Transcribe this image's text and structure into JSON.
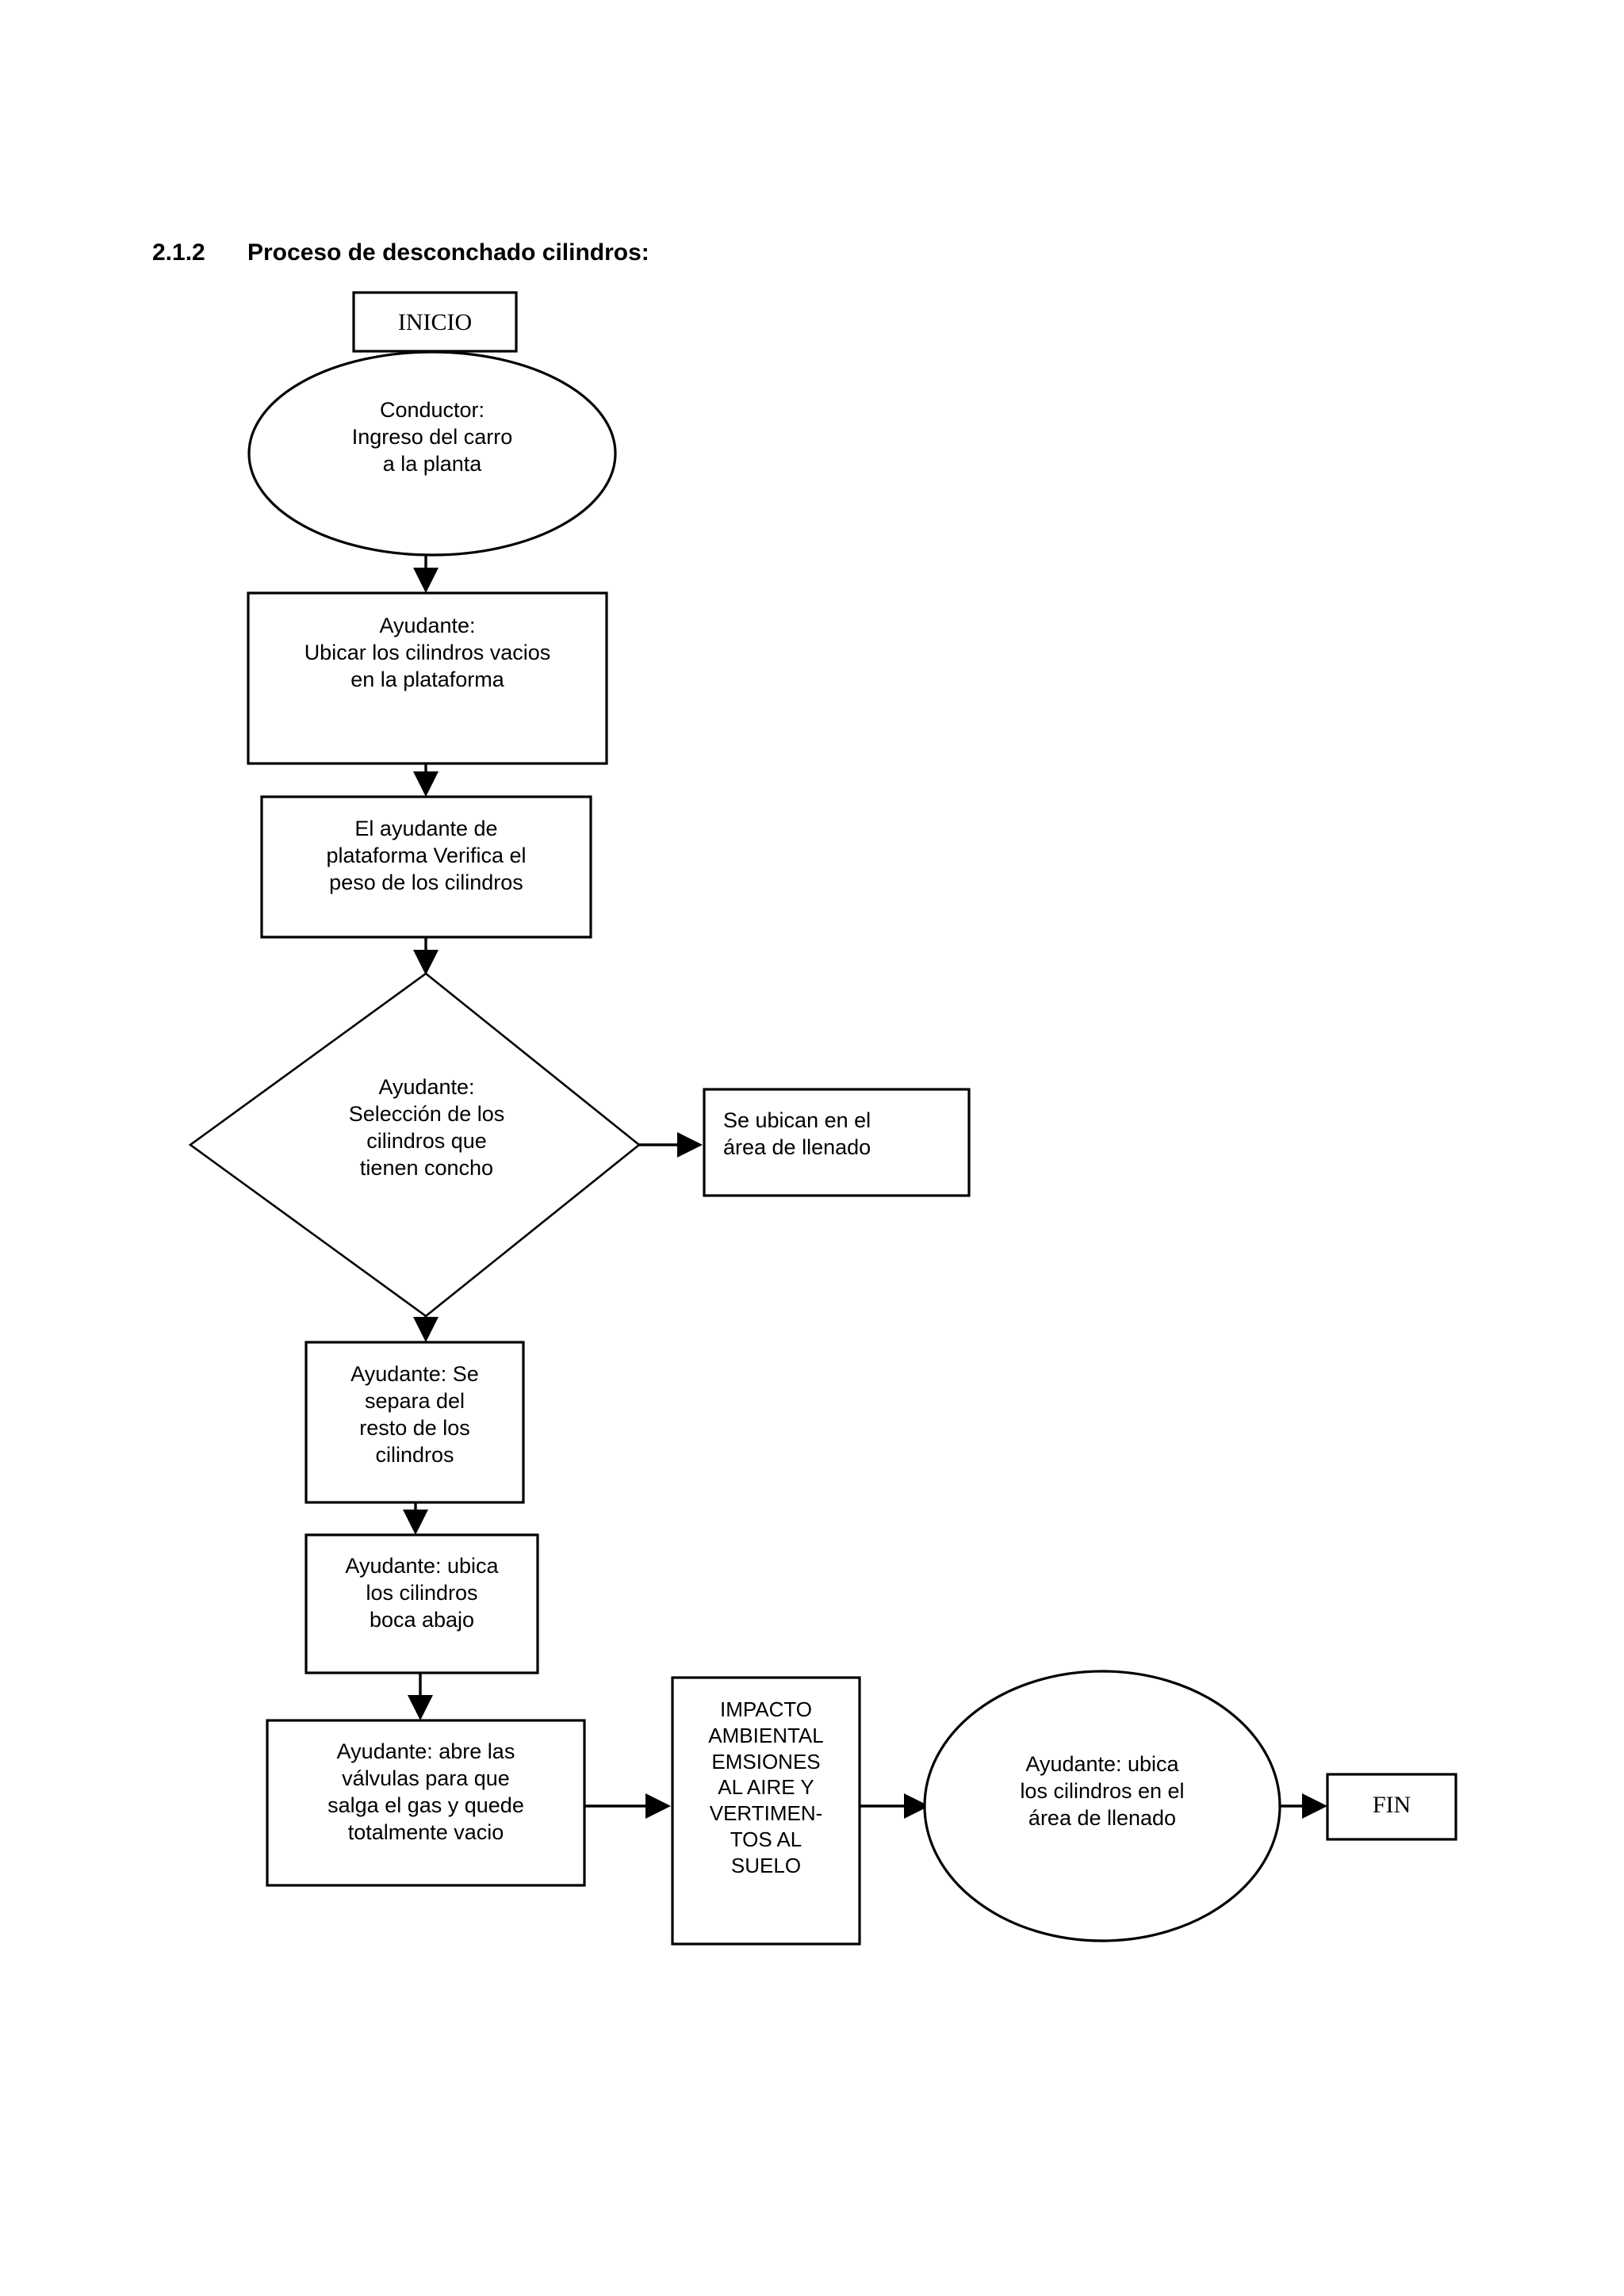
{
  "document": {
    "section_number": "2.1.2",
    "section_title": "Proceso de desconchado cilindros:"
  },
  "flowchart": {
    "type": "process-flowchart",
    "language": "es",
    "nodes": [
      {
        "id": "start",
        "shape": "rectangle",
        "label": "INICIO"
      },
      {
        "id": "conductor",
        "shape": "ellipse",
        "label": "Conductor:\nIngreso del carro\na la planta"
      },
      {
        "id": "ubicar",
        "shape": "rectangle",
        "label": "Ayudante:\nUbicar los cilindros vacios\nen la plataforma"
      },
      {
        "id": "verifica",
        "shape": "rectangle",
        "label": "El ayudante de\nplataforma Verifica  el\npeso de los cilindros"
      },
      {
        "id": "seleccion",
        "shape": "diamond",
        "label": "Ayudante:\nSelección de los\ncilindros que\ntienen concho"
      },
      {
        "id": "llenado",
        "shape": "rectangle",
        "label": "Se ubican en el\nárea de  llenado"
      },
      {
        "id": "separa",
        "shape": "rectangle",
        "label": "Ayudante: Se\nsepara del\nresto de los\ncilindros"
      },
      {
        "id": "bocaabajo",
        "shape": "rectangle",
        "label": "Ayudante: ubica\nlos cilindros\nboca abajo"
      },
      {
        "id": "valvulas",
        "shape": "rectangle",
        "label": "Ayudante: abre las\nválvulas para que\nsalga el gas y quede\ntotalmente vacio"
      },
      {
        "id": "impacto",
        "shape": "rectangle",
        "label": "IMPACTO\nAMBIENTAL\nEMSIONES\nAL AIRE Y\nVERTIMEN-\nTOS AL\nSUELO"
      },
      {
        "id": "ubicafinal",
        "shape": "ellipse",
        "label": "Ayudante: ubica\nlos cilindros en el\nárea de llenado"
      },
      {
        "id": "end",
        "shape": "rectangle",
        "label": "FIN"
      }
    ],
    "edges": [
      {
        "from": "conductor",
        "to": "ubicar",
        "direction": "down"
      },
      {
        "from": "ubicar",
        "to": "verifica",
        "direction": "down"
      },
      {
        "from": "verifica",
        "to": "seleccion",
        "direction": "down"
      },
      {
        "from": "seleccion",
        "to": "llenado",
        "direction": "right"
      },
      {
        "from": "seleccion",
        "to": "separa",
        "direction": "down"
      },
      {
        "from": "separa",
        "to": "bocaabajo",
        "direction": "down"
      },
      {
        "from": "bocaabajo",
        "to": "valvulas",
        "direction": "down"
      },
      {
        "from": "valvulas",
        "to": "impacto",
        "direction": "right"
      },
      {
        "from": "impacto",
        "to": "ubicafinal",
        "direction": "right"
      },
      {
        "from": "ubicafinal",
        "to": "end",
        "direction": "right"
      }
    ],
    "colors": {
      "stroke": "#000000",
      "fill": "#ffffff",
      "text": "#000000"
    }
  }
}
